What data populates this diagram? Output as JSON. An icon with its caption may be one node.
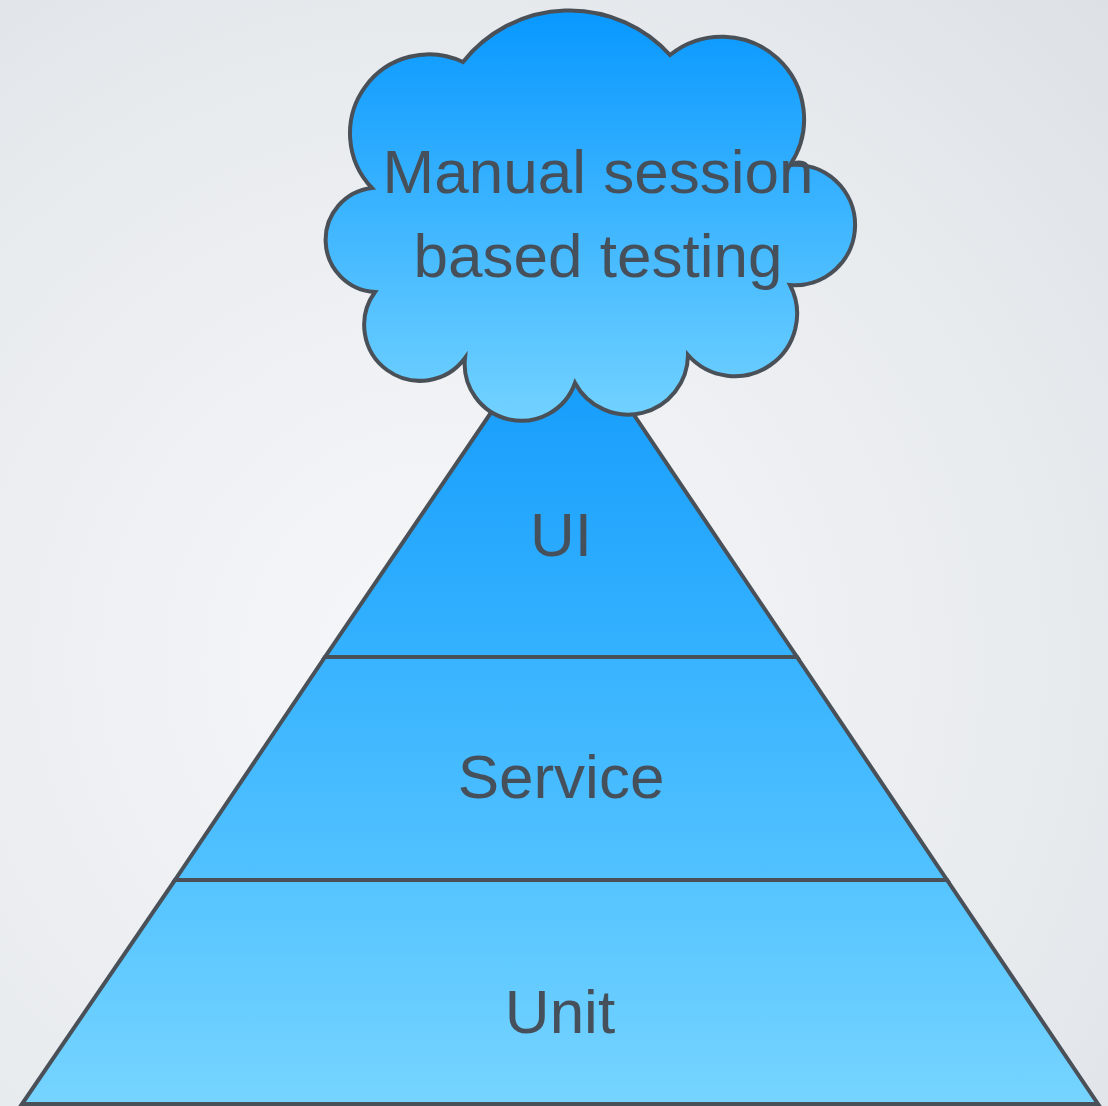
{
  "diagram": {
    "nodes": [
      {
        "text": [
          "Manual session based testing"
        ]
      },
      {
        "text": [
          "UI"
        ]
      },
      {
        "text": [
          "Service"
        ]
      },
      {
        "text": [
          "Unit"
        ]
      }
    ]
  }
}
